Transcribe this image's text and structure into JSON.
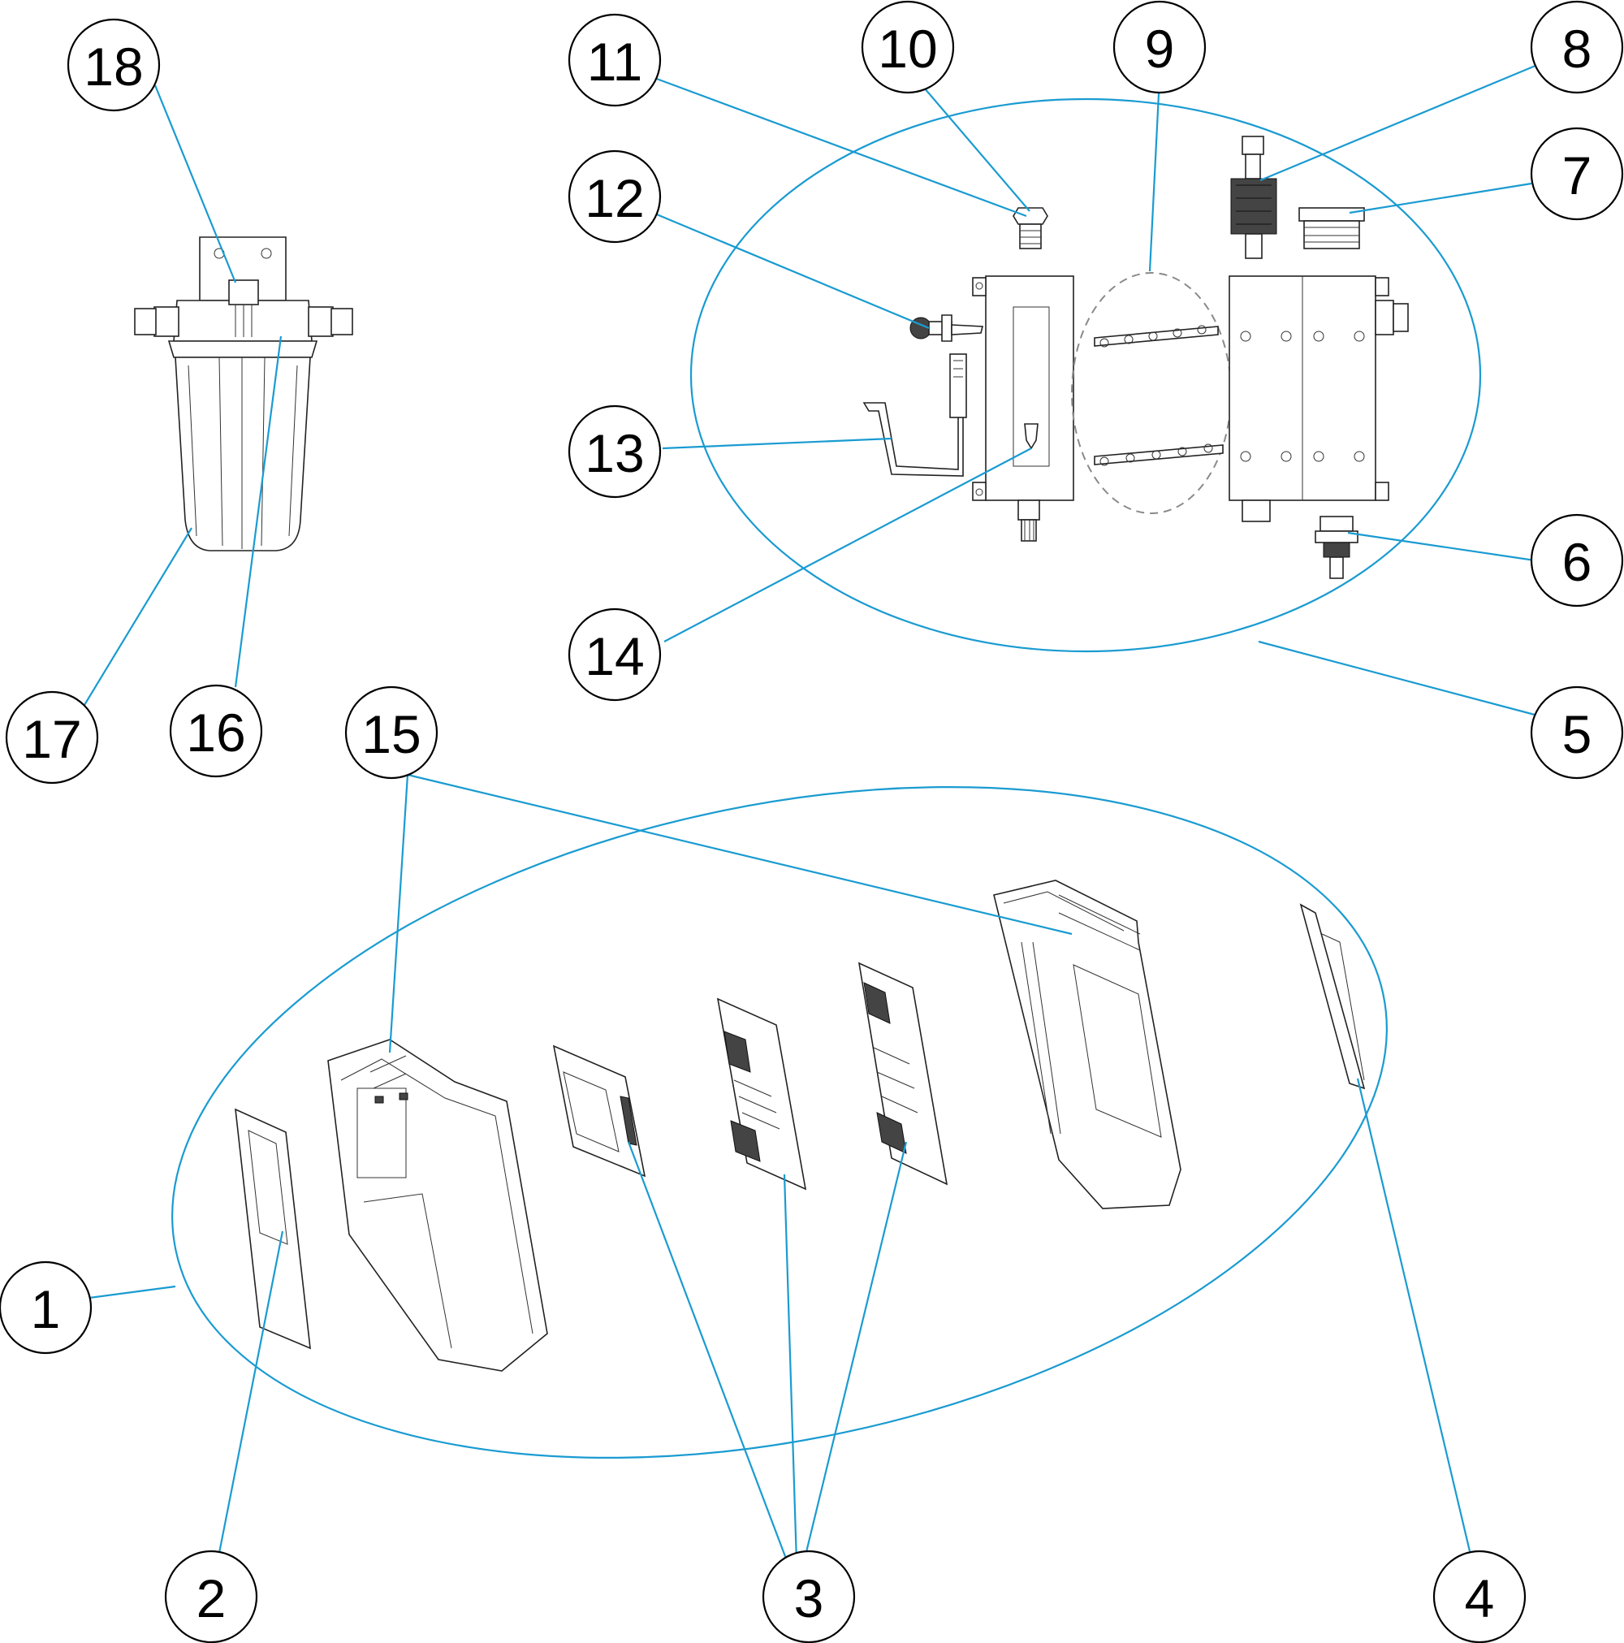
{
  "callouts": [
    {
      "id": "1",
      "label": "1"
    },
    {
      "id": "2",
      "label": "2"
    },
    {
      "id": "3",
      "label": "3"
    },
    {
      "id": "4",
      "label": "4"
    },
    {
      "id": "5",
      "label": "5"
    },
    {
      "id": "6",
      "label": "6"
    },
    {
      "id": "7",
      "label": "7"
    },
    {
      "id": "8",
      "label": "8"
    },
    {
      "id": "9",
      "label": "9"
    },
    {
      "id": "10",
      "label": "10"
    },
    {
      "id": "11",
      "label": "11"
    },
    {
      "id": "12",
      "label": "12"
    },
    {
      "id": "13",
      "label": "13"
    },
    {
      "id": "14",
      "label": "14"
    },
    {
      "id": "15",
      "label": "15"
    },
    {
      "id": "16",
      "label": "16"
    },
    {
      "id": "17",
      "label": "17"
    },
    {
      "id": "18",
      "label": "18"
    }
  ],
  "colors": {
    "leader": "#1a9bd1",
    "outline": "#222222",
    "background": "#ffffff"
  }
}
